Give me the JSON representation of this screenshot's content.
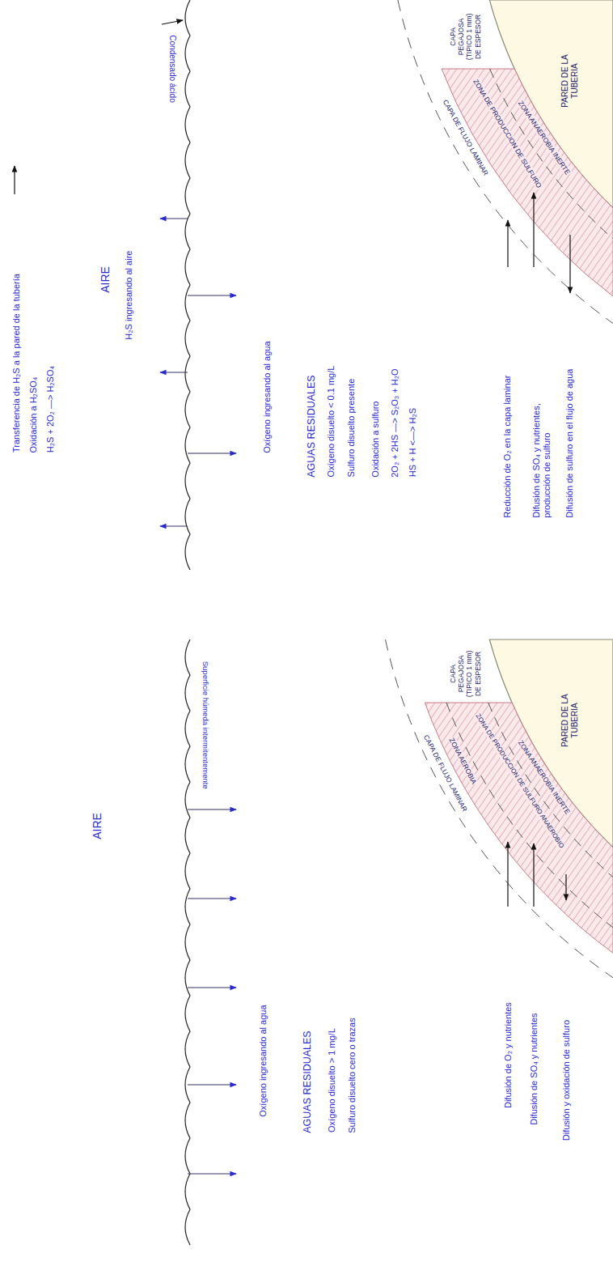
{
  "diagram": {
    "labels": [
      "Transferencia de H₂S a la pared de la tubería",
      "Oxidación a H₂SO₄",
      "H₂S + 2O₂ —> H₂SO₄",
      "Condensado ácido",
      "AIRE",
      "H₂S ingresando al aire",
      "Oxígeno ingresando al agua",
      "AGUAS RESIDUALES",
      "Oxígeno disuelto < 0.1 mg/L",
      "Sulfuro disuelto presente",
      "Oxidación a sulfuro",
      "2O₂ + 2HS —> S₂O₃ + H₂O",
      "HS + H <—> H₂S",
      "CAPA PEGAJOSA (TIPICO 1 mm) DE ESPESOR",
      "PARED DE LA TUBERIA",
      "ZONA ANAEROBIA INERTE",
      "ZONA DE PRODUCCION DE SULFURO",
      "CAPA DE FLUJO LAMINAR",
      "Reducción de O₂ en la capa laminar",
      "Difusión de SO₄ y nutrientes, producción de sulfuro",
      "Difusión de sulfuro en el flujo de agua",
      "Superficie húmeda intermitentemente",
      "AIRE",
      "Oxígeno ingresando al agua",
      "AGUAS RESIDUALES",
      "Oxígeno disuelto > 1 mg/L",
      "Sulfuro disuelto cero o trazas",
      "CAPA PEGAJOSA (TIPICO 1 mm) DE ESPESOR",
      "PARED DE LA TUBERIA",
      "ZONA ANAEROBIA INERTE",
      "ZONA DE PRODUCCION DE SULFURO ANAEROBIO",
      "ZONA AEROBIA",
      "CAPA DE FLUJO LAMINAR",
      "Difusión de O₂ y nutrientes",
      "Difusión de SO₄ y nutrientes",
      "Difusión y oxidación de sulfuro"
    ]
  }
}
